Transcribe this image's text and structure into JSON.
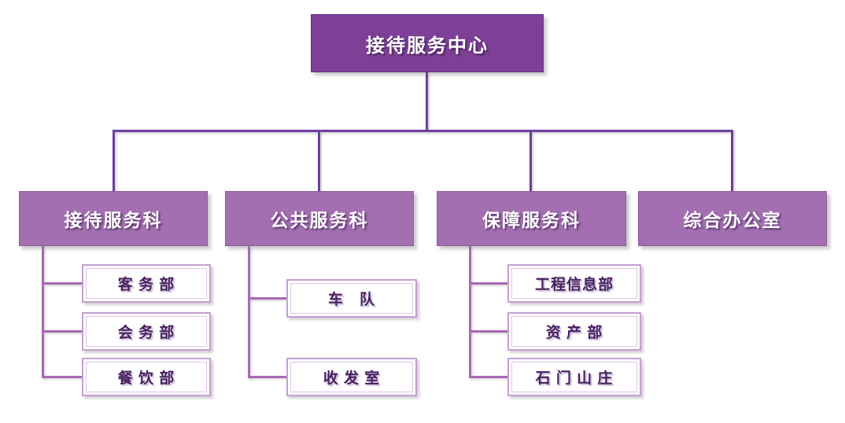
{
  "colors": {
    "root-fill": "#7d4096",
    "root-edge": "#6b3187",
    "l2-fill": "#a36fb0",
    "l2-edge": "#8f5a9e",
    "box-text": "#ffffff",
    "child-text": "#46215f",
    "child-border": "#c79ed3",
    "child-border-inner": "#e0c4e8",
    "connector-dark": "#6b3fa0",
    "connector-light": "#a868b5",
    "canvas-bg": "#ffffff"
  },
  "tree": {
    "root": {
      "label": "接待服务中心"
    },
    "departments": [
      {
        "label": "接待服务科",
        "children": [
          {
            "label": "客 务 部"
          },
          {
            "label": "会 务 部"
          },
          {
            "label": "餐 饮 部"
          }
        ]
      },
      {
        "label": "公共服务科",
        "children": [
          {
            "label": "车　队"
          },
          {
            "label": "收 发 室"
          }
        ]
      },
      {
        "label": "保障服务科",
        "children": [
          {
            "label": "工程信息部"
          },
          {
            "label": "资 产 部"
          },
          {
            "label": "石 门 山 庄"
          }
        ]
      },
      {
        "label": "综合办公室",
        "children": []
      }
    ]
  }
}
